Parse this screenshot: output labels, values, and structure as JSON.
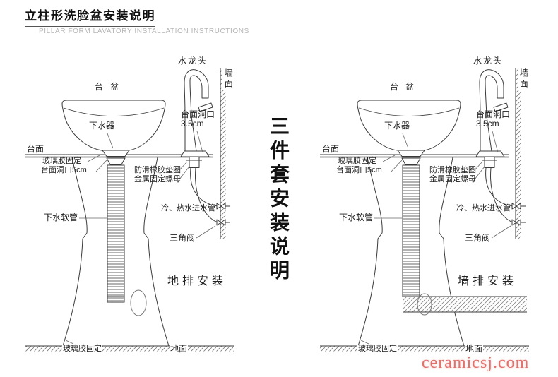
{
  "header": {
    "title": "立柱形洗脸盆安装说明",
    "subtitle": "PILLAR FORM LAVATORY INSTALLATION INSTRUCTIONS"
  },
  "center_title": "三件套安装说明",
  "watermark": "ceramicsj.com",
  "colors": {
    "line": "#3a3a3a",
    "watermark": "#e0716b",
    "subtitle": "#b5b5b5"
  },
  "labels": {
    "faucet": "水龙头",
    "wall": "墙面",
    "basin": "台盆",
    "drain_fitting": "下水器",
    "counter_hole_faucet": "台面洞口",
    "counter_hole_faucet_size": "3.5cm",
    "countertop": "台面",
    "silicone_fix": "玻璃胶固定",
    "counter_hole_drain": "台面洞口5cm",
    "rubber_washer": "防滑橡胶垫圈",
    "metal_nut": "金属固定螺母",
    "supply_pipes": "冷、热水进水管",
    "drain_hose": "下水软管",
    "angle_valve": "三角阀",
    "floor": "地面"
  },
  "diagrams": [
    {
      "caption": "地排安装"
    },
    {
      "caption": "墙排安装"
    }
  ]
}
